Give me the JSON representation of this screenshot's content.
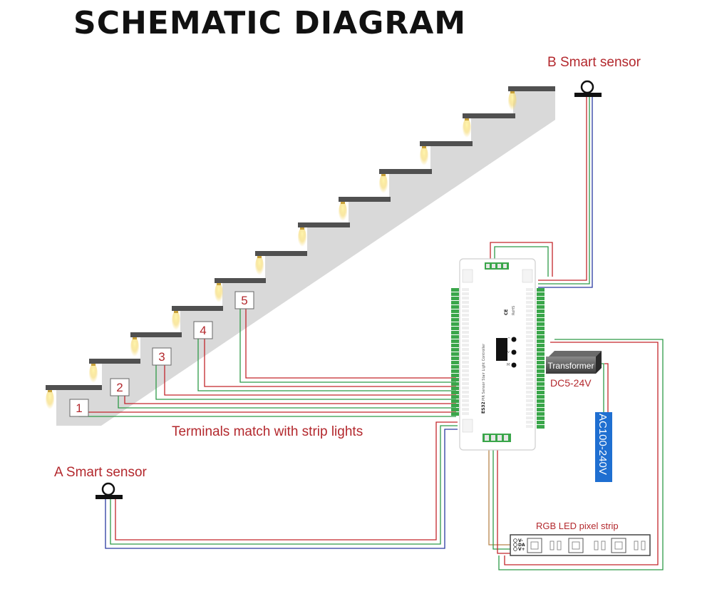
{
  "title": "SCHEMATIC DIAGRAM",
  "sensor_b": {
    "label": "B Smart sensor"
  },
  "sensor_a": {
    "label": "A Smart sensor"
  },
  "terminals_caption": "Terminals match with strip lights",
  "step_numbers": [
    "1",
    "2",
    "3",
    "4",
    "5"
  ],
  "controller": {
    "model": "ES32",
    "product": "PIR Sensor Stair Light Controller",
    "ce_mark": "CE",
    "rohs_mark": "RoHS",
    "buttons": [
      "^",
      "v",
      "M"
    ]
  },
  "transformer": {
    "label": "Transformer",
    "output": "DC5-24V"
  },
  "mains": {
    "label": "AC100-240V"
  },
  "strip": {
    "label": "RGB LED pixel strip",
    "pins": [
      "V-",
      "DA",
      "V+"
    ]
  },
  "colors": {
    "wire_red": "#c3262b",
    "wire_green": "#2e9a48",
    "wire_blue": "#2a3aa0",
    "label_red": "#b3282d",
    "mains_blue": "#1f6fd1",
    "stair_gray": "#d9d9d9",
    "tread_dark": "#505050",
    "terminal_green": "#3aa64a"
  },
  "icons": [
    "sensor-icon",
    "strip-light-icon",
    "led-chip-icon"
  ]
}
